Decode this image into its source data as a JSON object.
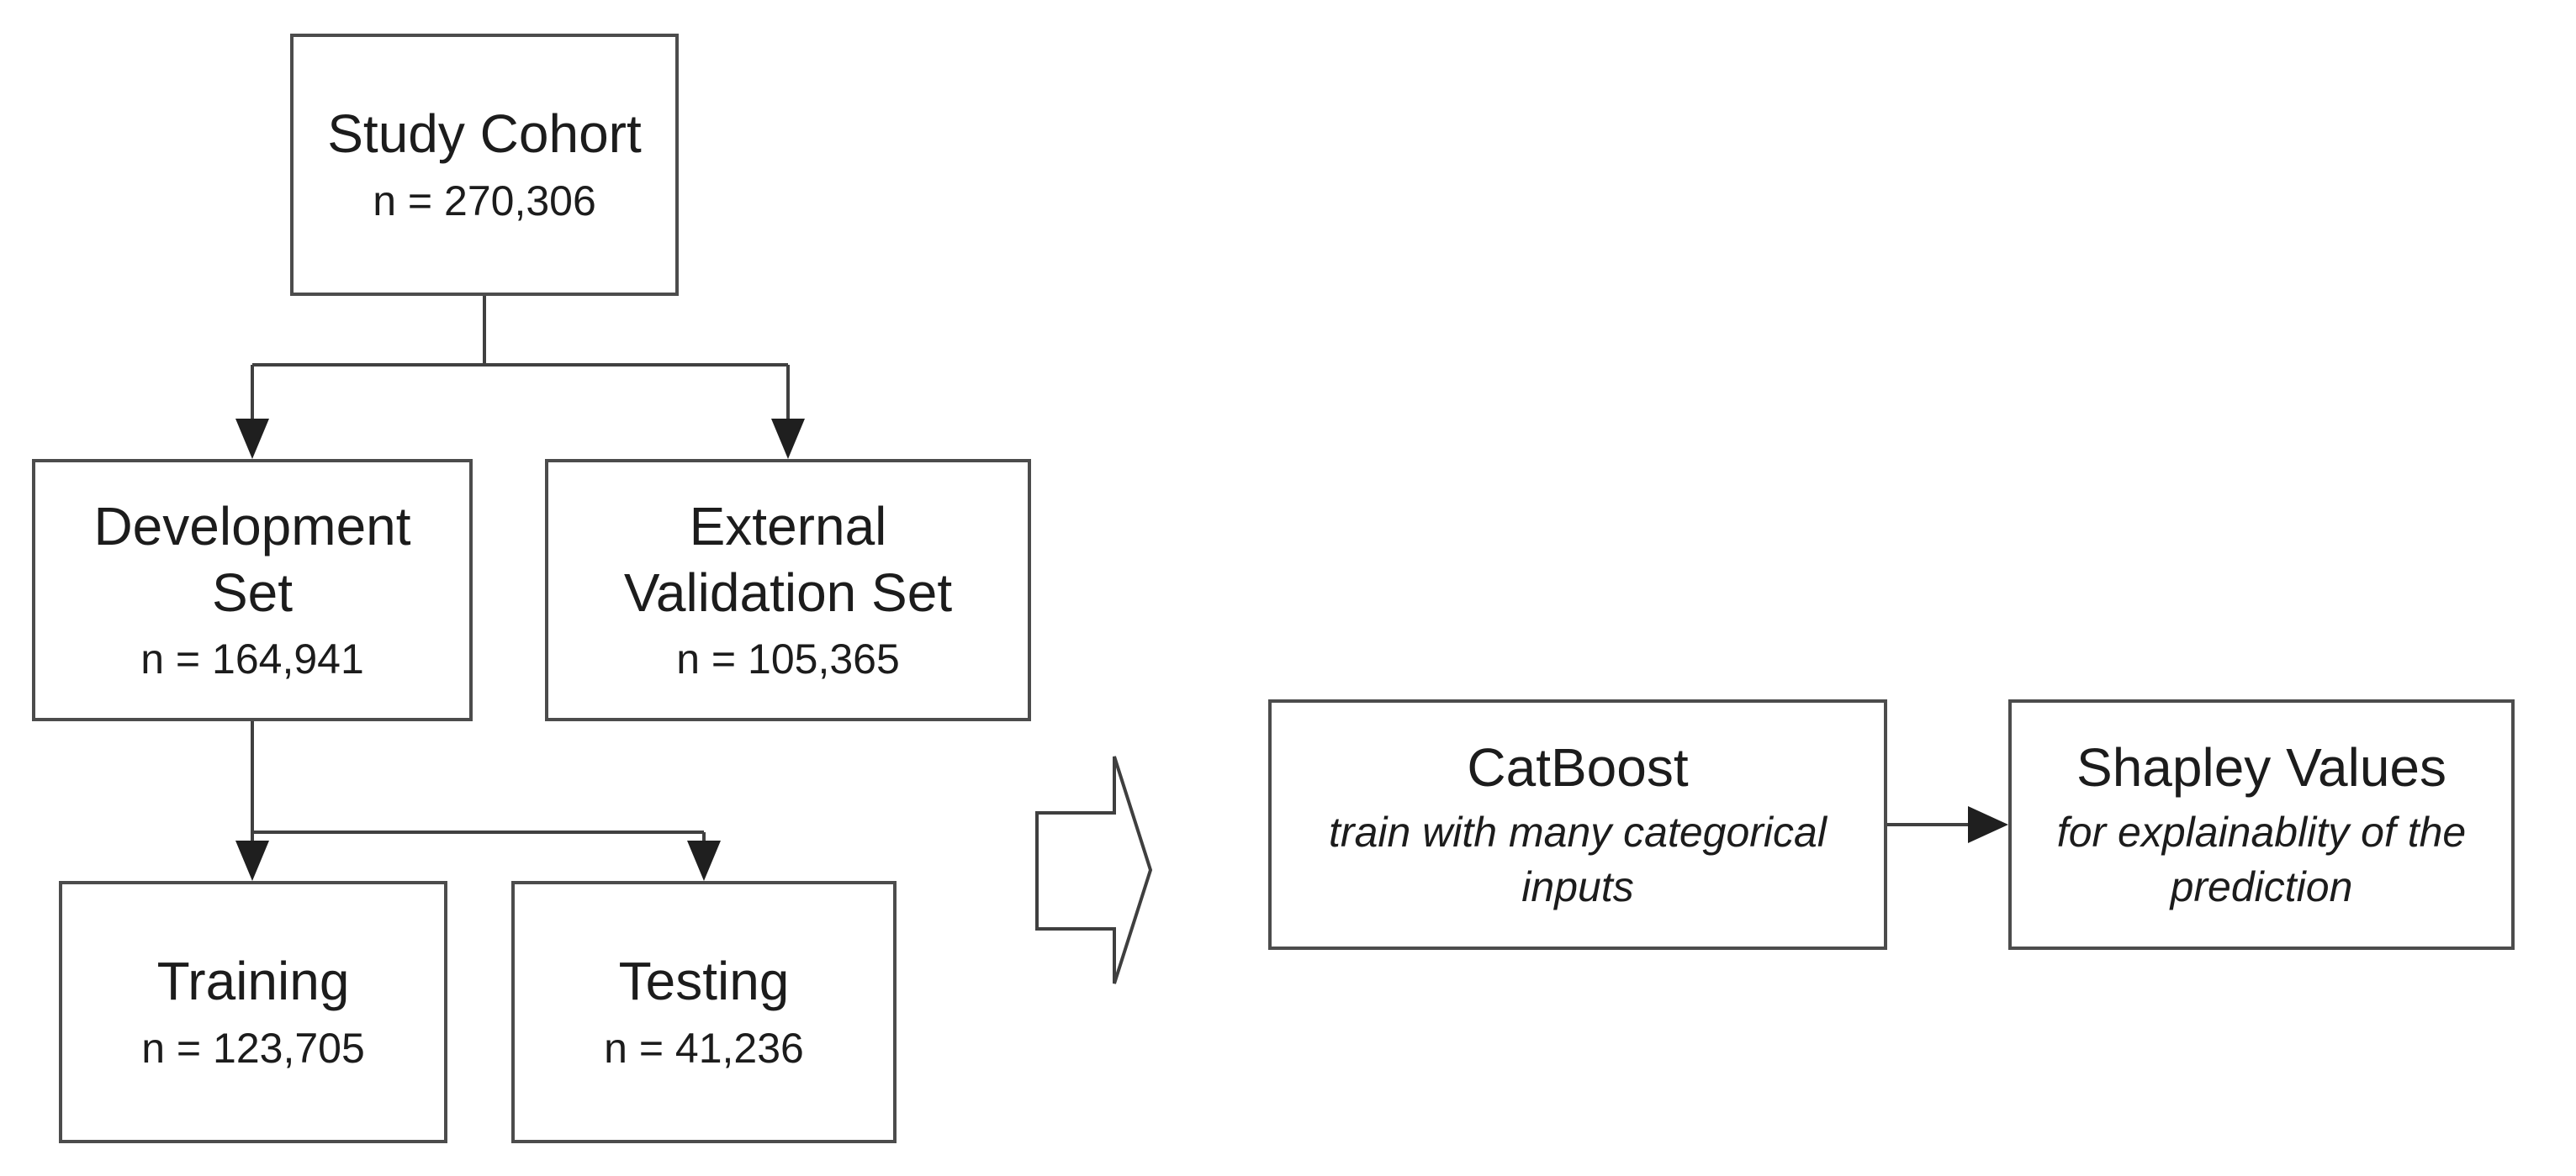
{
  "diagram": {
    "type": "flowchart",
    "background": "#ffffff",
    "colors": {
      "box_border": "#4c4c4c",
      "box_fill": "#ffffff",
      "connector_line": "#404040",
      "arrowhead": "#1f1f1f",
      "text": "#1c1c1c"
    },
    "nodes": {
      "study_cohort": {
        "title": "Study Cohort",
        "count": "n = 270,306"
      },
      "development_set": {
        "title": "Development Set",
        "count": "n = 164,941"
      },
      "external_validation_set": {
        "title": "External Validation Set",
        "count": "n = 105,365"
      },
      "training": {
        "title": "Training",
        "count": "n = 123,705"
      },
      "testing": {
        "title": "Testing",
        "count": "n = 41,236"
      },
      "catboost": {
        "title": "CatBoost",
        "subtitle": "train with many categorical inputs"
      },
      "shapley_values": {
        "title": "Shapley Values",
        "subtitle": "for explainablity of the prediction"
      }
    },
    "edges": [
      {
        "from": "study_cohort",
        "to": "development_set",
        "style": "arrow"
      },
      {
        "from": "study_cohort",
        "to": "external_validation_set",
        "style": "arrow"
      },
      {
        "from": "development_set",
        "to": "training",
        "style": "arrow"
      },
      {
        "from": "development_set",
        "to": "testing",
        "style": "arrow"
      },
      {
        "from": "catboost",
        "to": "shapley_values",
        "style": "arrow"
      },
      {
        "from": "development_split",
        "to": "catboost",
        "style": "block-arrow"
      }
    ]
  }
}
